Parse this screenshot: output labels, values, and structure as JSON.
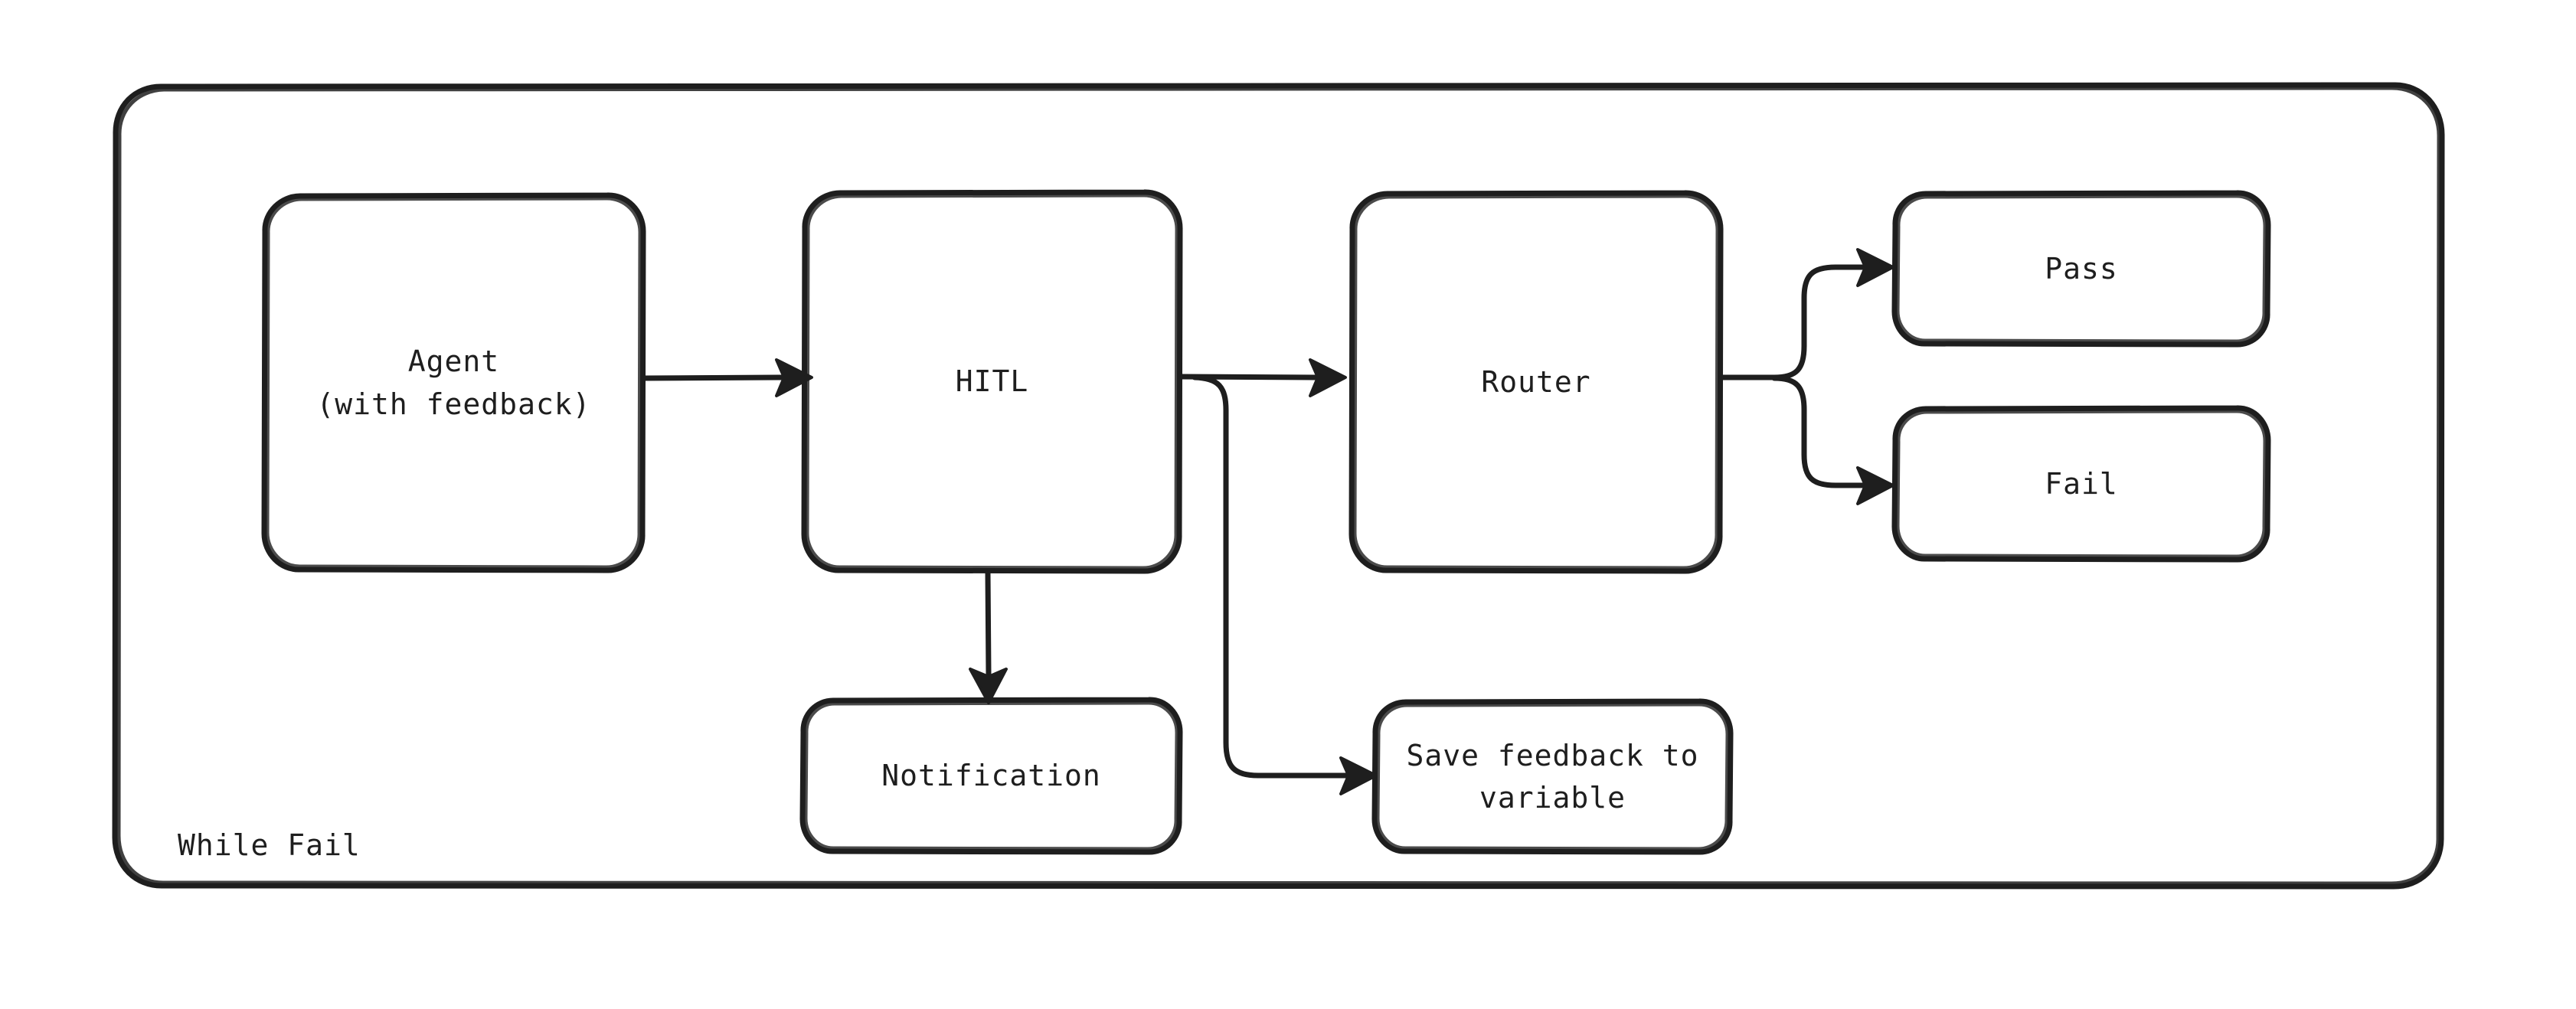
{
  "diagram": {
    "title": "While Fail",
    "group_label": "While Fail",
    "stroke_color": "#1e1e1e",
    "background_color": "#ffffff",
    "nodes": [
      {
        "id": "agent",
        "label": "Agent\n(with feedback)",
        "shape": "rounded-rectangle"
      },
      {
        "id": "hitl",
        "label": "HITL",
        "shape": "rounded-rectangle"
      },
      {
        "id": "router",
        "label": "Router",
        "shape": "rounded-rectangle"
      },
      {
        "id": "pass",
        "label": "Pass",
        "shape": "rounded-rectangle"
      },
      {
        "id": "fail",
        "label": "Fail",
        "shape": "rounded-rectangle"
      },
      {
        "id": "notification",
        "label": "Notification",
        "shape": "rounded-rectangle"
      },
      {
        "id": "save",
        "label": "Save feedback to\nvariable",
        "shape": "rounded-rectangle"
      }
    ],
    "edges": [
      {
        "id": "agent-to-hitl",
        "from": "agent",
        "to": "hitl",
        "label": ""
      },
      {
        "id": "hitl-to-router",
        "from": "hitl",
        "to": "router",
        "label": ""
      },
      {
        "id": "hitl-to-save",
        "from": "hitl",
        "to": "save",
        "label": ""
      },
      {
        "id": "hitl-to-notification",
        "from": "hitl",
        "to": "notification",
        "label": ""
      },
      {
        "id": "router-to-pass",
        "from": "router",
        "to": "pass",
        "label": ""
      },
      {
        "id": "router-to-fail",
        "from": "router",
        "to": "fail",
        "label": ""
      }
    ]
  }
}
